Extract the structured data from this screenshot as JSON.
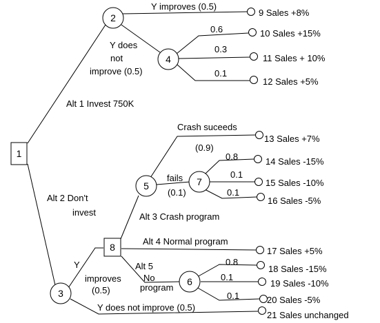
{
  "nodes": {
    "n1": "1",
    "n2": "2",
    "n3": "3",
    "n4": "4",
    "n5": "5",
    "n6": "6",
    "n7": "7",
    "n8": "8"
  },
  "branches": {
    "alt1": "Alt 1 Invest 750K",
    "alt2_line1": "Alt 2 Don't",
    "alt2_line2": "invest",
    "y_improves_top": "Y improves (0.5)",
    "y_not_line1": "Y does",
    "y_not_line2": "not",
    "y_not_line3": "improve (0.5)",
    "p_4_10": "0.6",
    "p_4_11": "0.3",
    "p_4_12": "0.1",
    "crash_succeeds": "Crash suceeds",
    "p_crash": "(0.9)",
    "fails": "fails",
    "p_fails": "(0.1)",
    "p_7_14": "0.8",
    "p_7_15": "0.1",
    "p_7_16": "0.1",
    "alt3": "Alt 3 Crash program",
    "alt4": "Alt 4 Normal program",
    "alt5_line1": "Alt 5",
    "alt5_line2": "No",
    "alt5_line3": "program",
    "y_improves_bottom_line1": "Y",
    "y_improves_bottom_line2": "improves",
    "y_improves_bottom_line3": "(0.5)",
    "p_6_18": "0.8",
    "p_6_19": "0.1",
    "p_6_20": "0.1",
    "y_not_bottom": "Y does not improve (0.5)"
  },
  "outcomes": {
    "o9": "9 Sales +8%",
    "o10": "10 Sales +15%",
    "o11": "11 Sales + 10%",
    "o12": "12 Sales +5%",
    "o13": "13 Sales +7%",
    "o14": "14 Sales -15%",
    "o15": "15 Sales -10%",
    "o16": "16 Sales -5%",
    "o17": "17 Sales +5%",
    "o18": "18 Sales -15%",
    "o19": "19 Sales -10%",
    "o20": "20 Sales -5%",
    "o21": "21 Sales unchanged"
  }
}
